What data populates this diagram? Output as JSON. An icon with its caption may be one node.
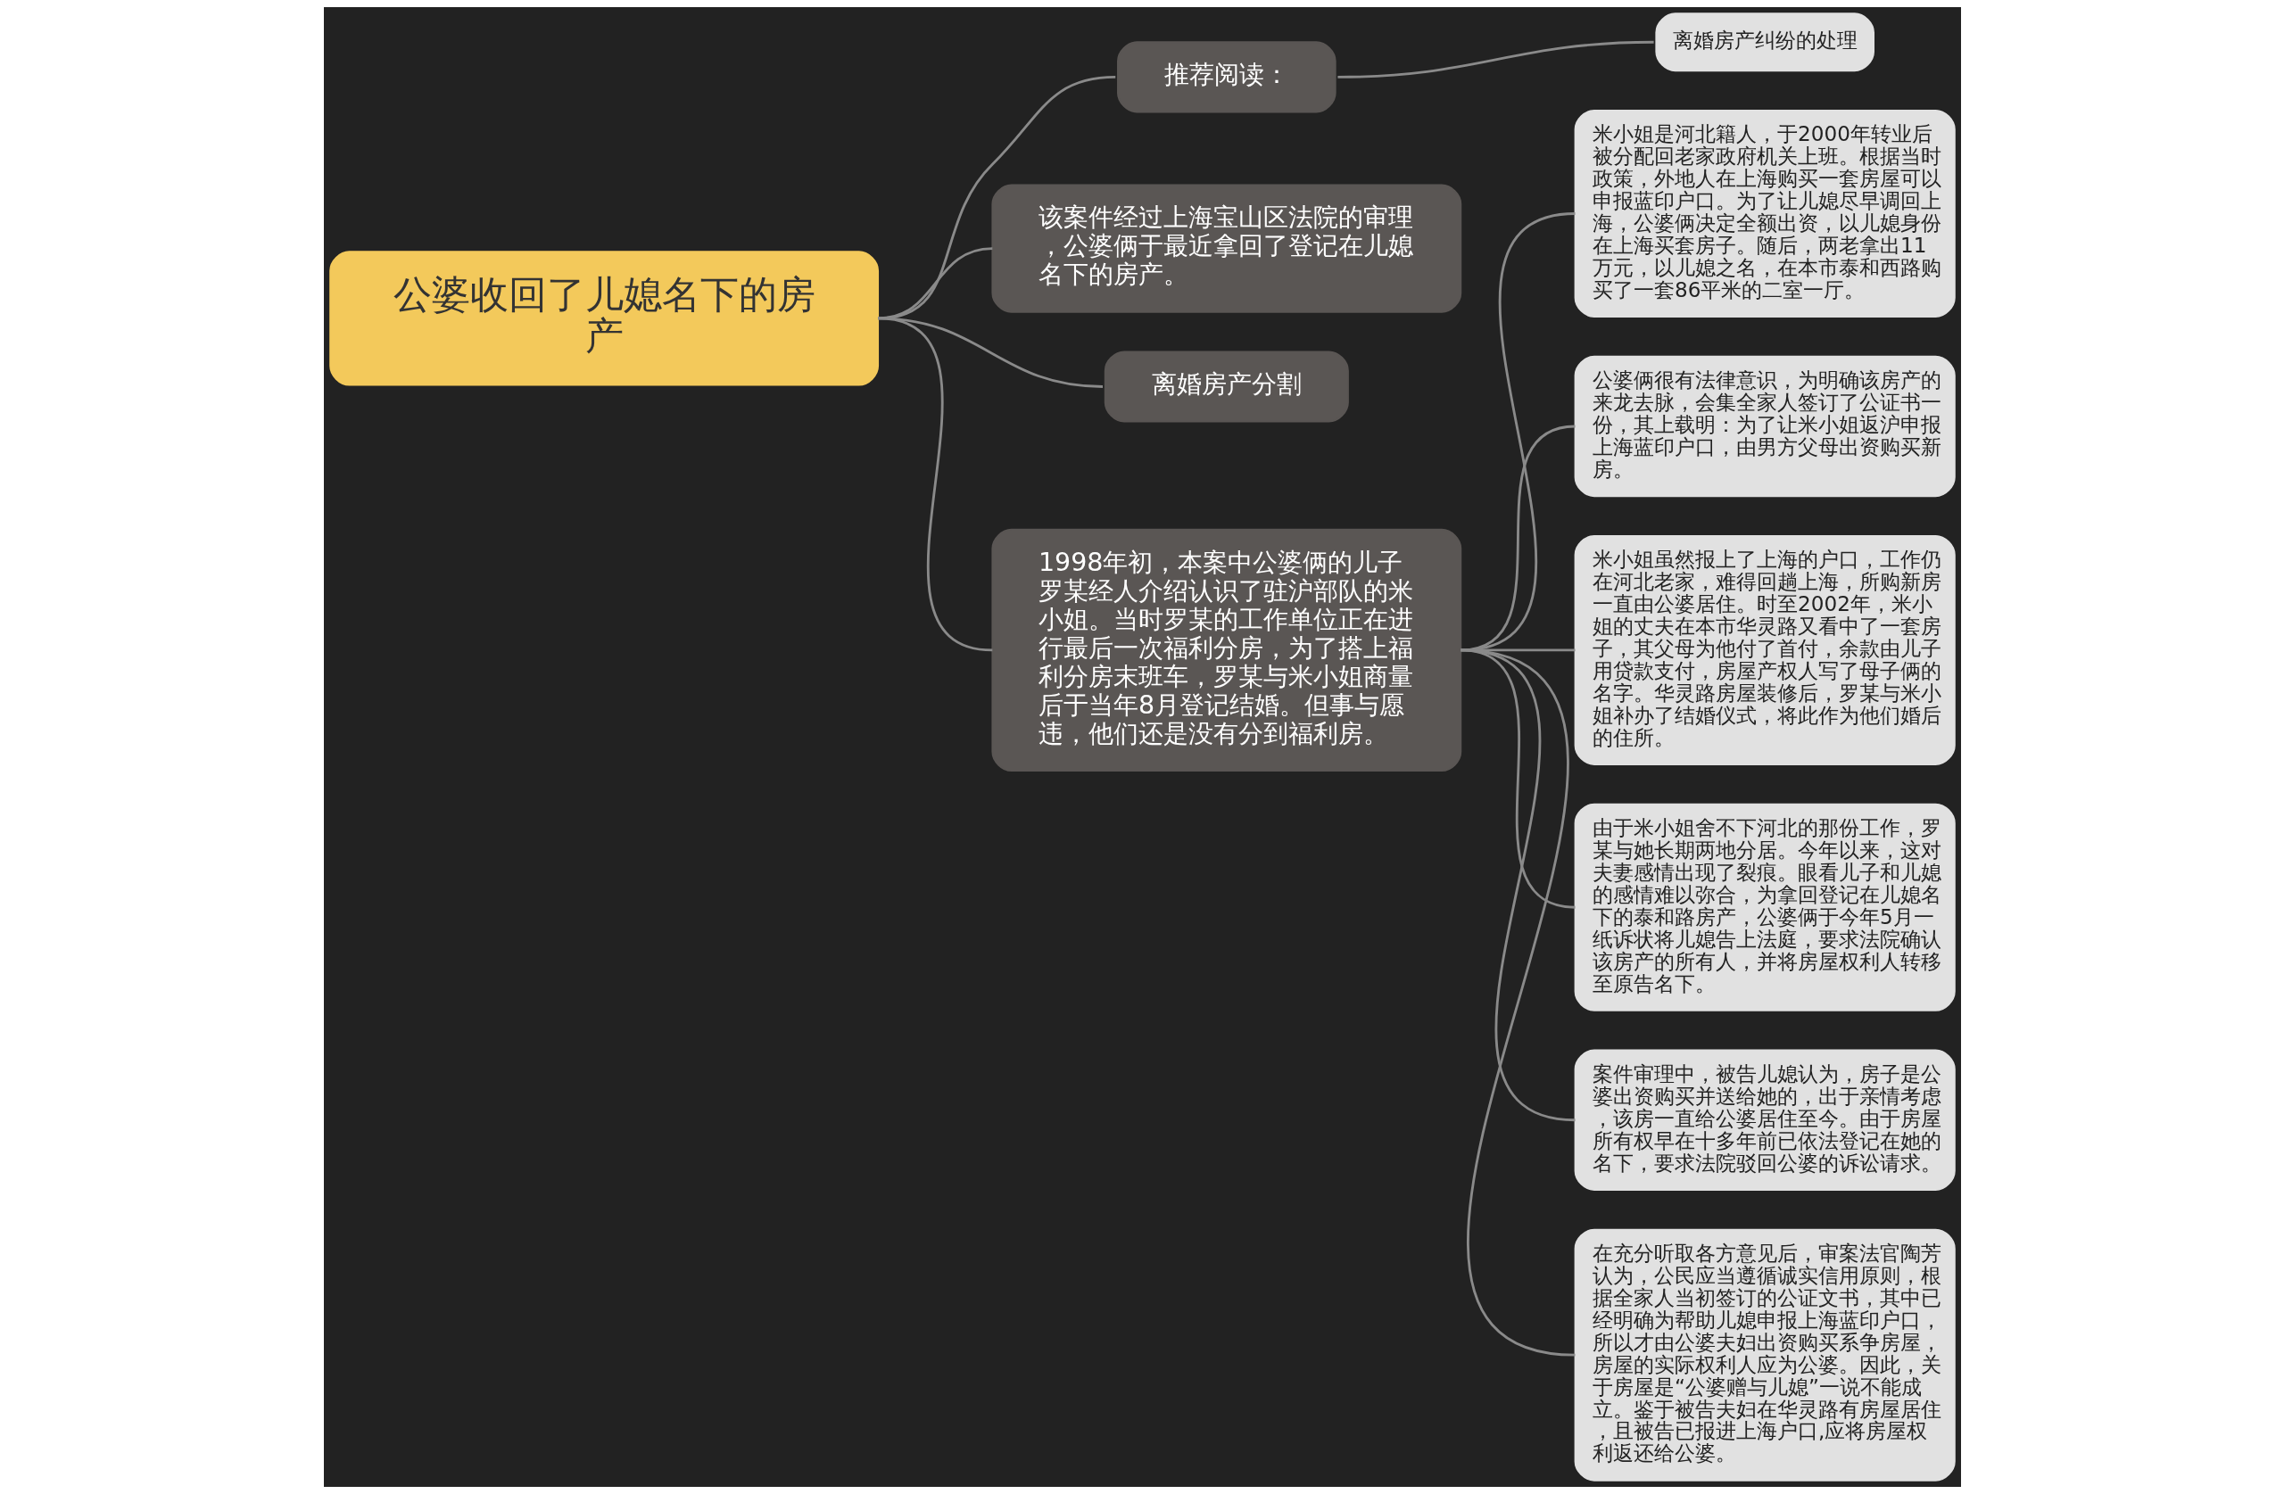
{
  "diagram": {
    "nodes": [
      {
        "text": [
          "公婆收回了儿媳名下的房产"
        ]
      },
      {
        "text": [
          "推荐阅读："
        ]
      },
      {
        "text": [
          "离婚房产纠纷的处理"
        ]
      },
      {
        "text": [
          "该案件经过上海宝山区法院的审理，公婆俩于最近拿回了登记在儿媳名下的房产。"
        ]
      },
      {
        "text": [
          "离婚房产分割"
        ]
      },
      {
        "text": [
          "1998年初，本案中公婆俩的儿子罗某经人介绍认识了驻沪部队的米小姐。当时罗某的工作单位正在进行最后一次福利分房，为了搭上福利分房末班车，罗某与米小姐商量后于当年8月登记结婚。但事与愿违，他们还是没有分到福利房。"
        ]
      },
      {
        "text": [
          "米小姐是河北籍人，于2000年转业后被分配回老家政府机关上班。根据当时政策，外地人在上海购买一套房屋可以申报蓝印户口。为了让儿媳尽早调回上海，公婆俩决定全额出资，以儿媳身份在上海买套房子。随后，两老拿出11万元，以儿媳之名，在本市泰和西路购买了一套86平米的二室一厅。"
        ]
      },
      {
        "text": [
          "公婆俩很有法律意识，为明确该房产的来龙去脉，会集全家人签订了公证书一份，其上载明：为了让米小姐返沪申报上海蓝印户口，由男方父母出资购买新房。"
        ]
      },
      {
        "text": [
          "米小姐虽然报上了上海的户口，工作仍在河北老家，难得回趟上海，所购新房一直由公婆居住。时至2002年，米小姐的丈夫在本市华灵路又看中了一套房子，其父母为他付了首付，余款由儿子用贷款支付，房屋产权人写了母子俩的名字。华灵路房屋装修后，罗某与米小姐补办了结婚仪式，将此作为他们婚后的住所。"
        ]
      },
      {
        "text": [
          "由于米小姐舍不下河北的那份工作，罗某与她长期两地分居。今年以来，这对夫妻感情出现了裂痕。眼看儿子和儿媳的感情难以弥合，为拿回登记在儿媳名下的泰和路房产，公婆俩于今年5月一纸诉状将儿媳告上法庭，要求法院确认该房产的所有人，并将房屋权利人转移至原告名下。"
        ]
      },
      {
        "text": [
          "案件审理中，被告儿媳认为，房子是公婆出资购买并送给她的，出于亲情考虑，该房一直给公婆居住至今。由于房屋所有权早在十多年前已依法登记在她的名下，要求法院驳回公婆的诉讼请求。"
        ]
      },
      {
        "text": [
          "在充分听取各方意见后，审案法官陶芳认为，公民应当遵循诚实信用原则，根据全家人当初签订的公证文书，其中已经明确为帮助儿媳申报上海蓝印户口，所以才由公婆夫妇出资购买系争房屋，房屋的实际权利人应为公婆。因此，关于房屋是“公婆赠与儿媳”一说不能成立。鉴于被告夫妇在华灵路有房屋居住，且被告已报进上海户口,应将房屋权利返还给公婆。"
        ]
      }
    ],
    "edges": [
      {
        "from": 0,
        "to": 1,
        "arrow": "none"
      },
      {
        "from": 1,
        "to": 2,
        "arrow": "none"
      },
      {
        "from": 0,
        "to": 3,
        "arrow": "none"
      },
      {
        "from": 0,
        "to": 4,
        "arrow": "none"
      },
      {
        "from": 0,
        "to": 5,
        "arrow": "none"
      },
      {
        "from": 5,
        "to": 6,
        "arrow": "none"
      },
      {
        "from": 5,
        "to": 7,
        "arrow": "none"
      },
      {
        "from": 5,
        "to": 8,
        "arrow": "none"
      },
      {
        "from": 5,
        "to": 9,
        "arrow": "none"
      },
      {
        "from": 5,
        "to": 10,
        "arrow": "none"
      },
      {
        "from": 5,
        "to": 11,
        "arrow": "none"
      }
    ]
  }
}
